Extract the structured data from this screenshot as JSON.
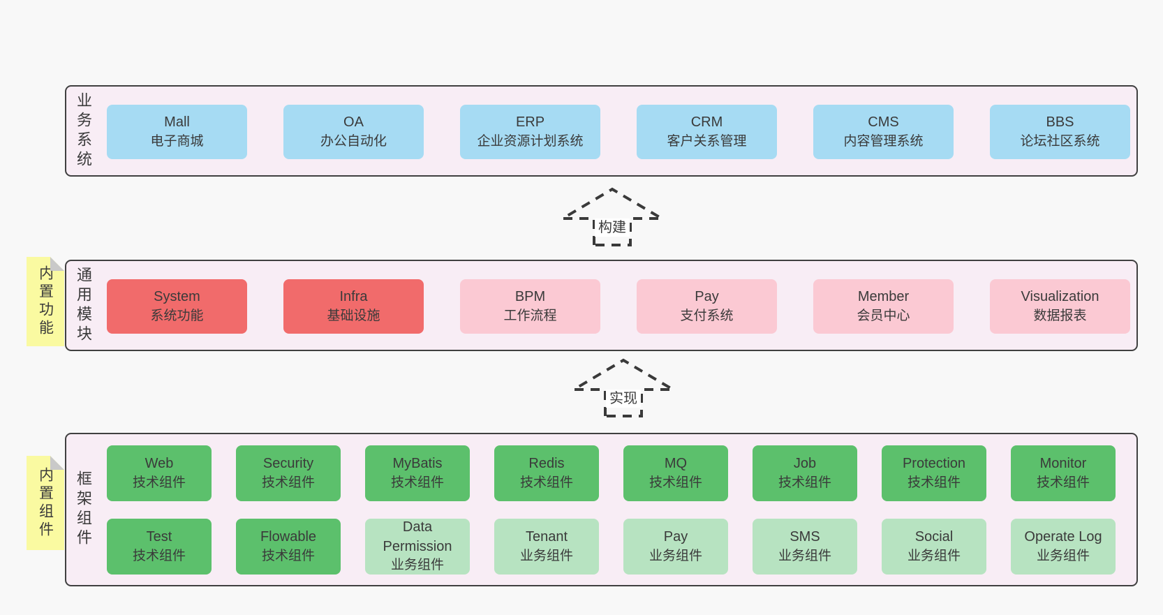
{
  "colors": {
    "page-bg": "#f8f8f8",
    "layer-bg": "#f8edf5",
    "layer-border": "#404040",
    "blue": "#a6dbf3",
    "red": "#f16b6b",
    "pink": "#fbc9d3",
    "green": "#5cc06c",
    "lightgreen": "#b7e3c1",
    "note-yellow": "#fafaa1",
    "note-fold": "#c9c9c9",
    "text": "#3a3a3a",
    "arrow": "#3a3a3a",
    "arrow-label-bg": "#ffffff"
  },
  "layers": {
    "business": {
      "label": "业务系统",
      "boxes": [
        {
          "title": "Mall",
          "subtitle": "电子商城"
        },
        {
          "title": "OA",
          "subtitle": "办公自动化"
        },
        {
          "title": "ERP",
          "subtitle": "企业资源计划系统"
        },
        {
          "title": "CRM",
          "subtitle": "客户关系管理"
        },
        {
          "title": "CMS",
          "subtitle": "内容管理系统"
        },
        {
          "title": "BBS",
          "subtitle": "论坛社区系统"
        }
      ]
    },
    "modules": {
      "label": "通用模块",
      "note": "内置功能",
      "boxes": [
        {
          "title": "System",
          "subtitle": "系统功能"
        },
        {
          "title": "Infra",
          "subtitle": "基础设施"
        },
        {
          "title": "BPM",
          "subtitle": "工作流程"
        },
        {
          "title": "Pay",
          "subtitle": "支付系统"
        },
        {
          "title": "Member",
          "subtitle": "会员中心"
        },
        {
          "title": "Visualization",
          "subtitle": "数据报表"
        }
      ]
    },
    "components": {
      "label": "框架组件",
      "note": "内置组件",
      "row1": [
        {
          "title": "Web",
          "subtitle": "技术组件"
        },
        {
          "title": "Security",
          "subtitle": "技术组件"
        },
        {
          "title": "MyBatis",
          "subtitle": "技术组件"
        },
        {
          "title": "Redis",
          "subtitle": "技术组件"
        },
        {
          "title": "MQ",
          "subtitle": "技术组件"
        },
        {
          "title": "Job",
          "subtitle": "技术组件"
        },
        {
          "title": "Protection",
          "subtitle": "技术组件"
        },
        {
          "title": "Monitor",
          "subtitle": "技术组件"
        }
      ],
      "row2": [
        {
          "title": "Test",
          "subtitle": "技术组件"
        },
        {
          "title": "Flowable",
          "subtitle": "技术组件"
        },
        {
          "title": "Data Permission",
          "subtitle": "业务组件"
        },
        {
          "title": "Tenant",
          "subtitle": "业务组件"
        },
        {
          "title": "Pay",
          "subtitle": "业务组件"
        },
        {
          "title": "SMS",
          "subtitle": "业务组件"
        },
        {
          "title": "Social",
          "subtitle": "业务组件"
        },
        {
          "title": "Operate Log",
          "subtitle": "业务组件"
        }
      ]
    }
  },
  "arrows": [
    {
      "label": "构建"
    },
    {
      "label": "实现"
    }
  ]
}
